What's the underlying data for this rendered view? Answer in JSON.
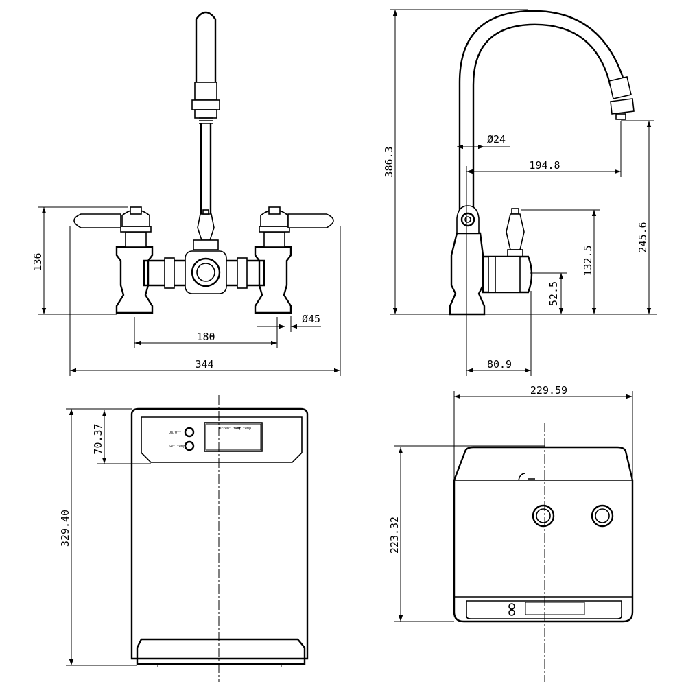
{
  "dimensions": {
    "front_height": "136",
    "front_centers": "180",
    "front_width": "344",
    "front_diameter": "Ø45",
    "side_total_height": "386.3",
    "side_diameter": "Ø24",
    "side_reach": "194.8",
    "side_spout_height": "245.6",
    "side_handle_height": "132.5",
    "side_valve_height": "52.5",
    "side_depth": "80.9",
    "tank_front_height": "329.40",
    "tank_panel_height": "70.37",
    "tank_side_width": "229.59",
    "tank_side_height": "223.32"
  },
  "panel_labels": {
    "button_a": "On/Off",
    "button_b": "Set temp",
    "display_a": "Current temp",
    "display_b": "Set temp"
  },
  "colors": {
    "line": "#000000",
    "background": "#ffffff"
  }
}
